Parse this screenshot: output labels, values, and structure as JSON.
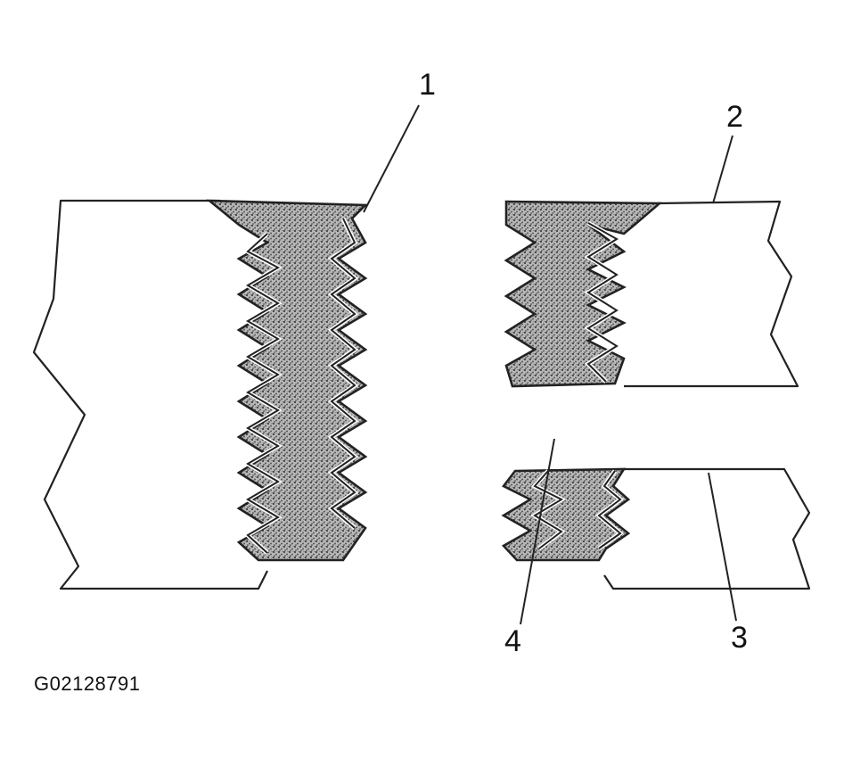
{
  "figure": {
    "code": "G02128791",
    "callouts": [
      {
        "id": "1",
        "text": "1"
      },
      {
        "id": "2",
        "text": "2"
      },
      {
        "id": "3",
        "text": "3"
      },
      {
        "id": "4",
        "text": "4"
      }
    ]
  },
  "colors": {
    "line": "#222222",
    "stipple_dark": "#444444",
    "stipple_light": "#bbbbbb",
    "background": "#ffffff"
  }
}
